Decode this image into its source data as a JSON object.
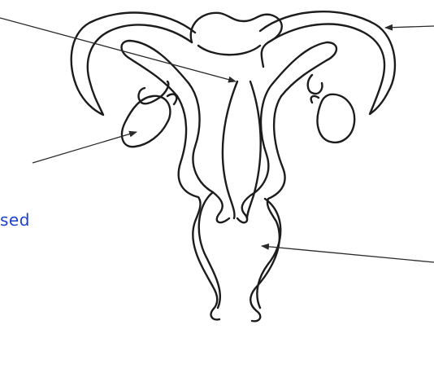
{
  "label_fragment": {
    "text": "sed",
    "color": "#1f3fd0"
  },
  "colors": {
    "outline": "#1c1c1c",
    "pointer": "#2a2a2a",
    "background": "#ffffff"
  },
  "pointers": [
    {
      "name": "pointer-uterus",
      "target": "uterus"
    },
    {
      "name": "pointer-fallopian-tube",
      "target": "fallopian tube"
    },
    {
      "name": "pointer-ovary",
      "target": "ovary"
    },
    {
      "name": "pointer-cervix",
      "target": "cervix"
    }
  ]
}
